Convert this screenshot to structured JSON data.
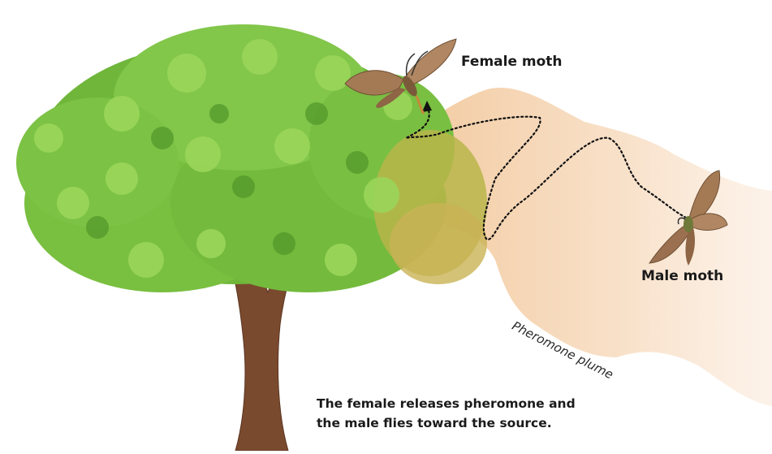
{
  "labels": {
    "female_moth": "Female moth",
    "male_moth": "Male moth",
    "plume": "Pheromone plume"
  },
  "caption": {
    "line1": "The female releases pheromone and",
    "line2": "the male flies toward the source."
  },
  "colors": {
    "plume": "#f7d9b8",
    "leaf_light": "#8ccf4a",
    "leaf_dark": "#5aa22e",
    "trunk": "#7a4a2e",
    "moth": "#a47a55",
    "text": "#1a1a1a"
  }
}
